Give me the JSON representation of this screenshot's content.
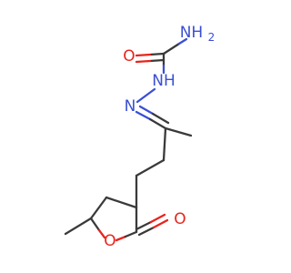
{
  "colors": {
    "carbon_bond": "#3a3a3a",
    "oxygen": "#e8241c",
    "nitrogen": "#3a4fd4",
    "background": "#ffffff"
  },
  "atoms": {
    "nh2": "NH2",
    "amide_o": "O",
    "hydrazide_nh": "NH",
    "imine_n": "N",
    "ring_o": "O",
    "carbonyl_o": "O"
  }
}
